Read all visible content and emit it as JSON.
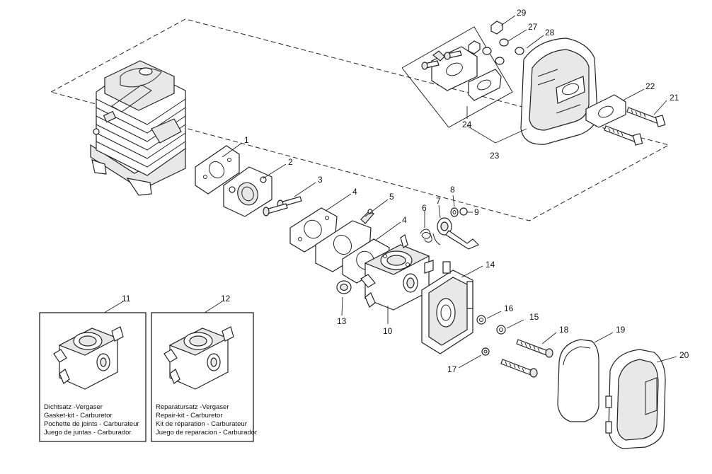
{
  "diagram": {
    "callouts": {
      "p1": "1",
      "p2": "2",
      "p3": "3",
      "p4a": "4",
      "p4b": "4",
      "p5": "5",
      "p6": "6",
      "p7": "7",
      "p8": "8",
      "p9": "9",
      "p10": "10",
      "p11": "11",
      "p12": "12",
      "p13": "13",
      "p14": "14",
      "p15": "15",
      "p16": "16",
      "p17": "17",
      "p18": "18",
      "p19": "19",
      "p20": "20",
      "p21": "21",
      "p22": "22",
      "p23": "23",
      "p24": "24",
      "p27": "27",
      "p28": "28",
      "p29": "29"
    },
    "kit_gasket": {
      "lines": [
        "Dichtsatz -Vergaser",
        "Gasket-kit - Carburetor",
        "Pochette de joints - Carburateur",
        "Juego de juntas - Carburador"
      ]
    },
    "kit_repair": {
      "lines": [
        "Reparatursatz -Vergaser",
        "Repair-kit - Carburetor",
        "Kit de réparation - Carburateur",
        "Juego de reparacion - Carburador"
      ]
    }
  }
}
